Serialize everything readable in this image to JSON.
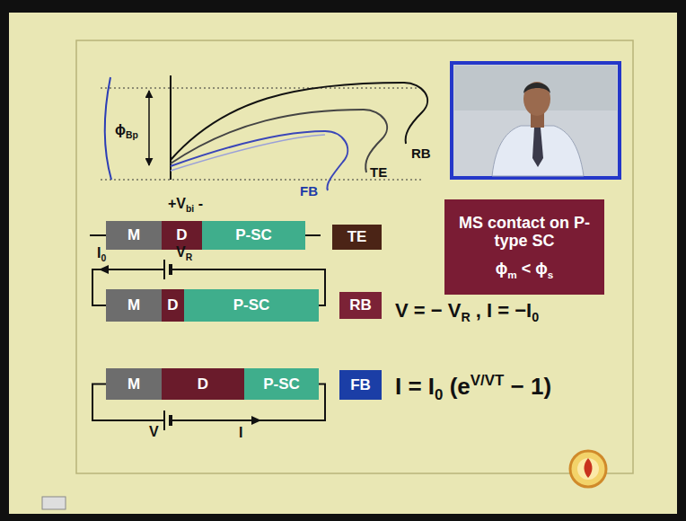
{
  "diagram": {
    "nodes": [
      {
        "text": [
          "MS contact on P-type SC",
          "ϕm < ϕs"
        ]
      },
      {
        "text": [
          "M"
        ]
      },
      {
        "text": [
          "D"
        ]
      },
      {
        "text": [
          "P-SC"
        ]
      },
      {
        "text": [
          "TE"
        ]
      },
      {
        "text": [
          "M"
        ]
      },
      {
        "text": [
          "D"
        ]
      },
      {
        "text": [
          "P-SC"
        ]
      },
      {
        "text": [
          "RB"
        ]
      },
      {
        "text": [
          "M"
        ]
      },
      {
        "text": [
          "D"
        ]
      },
      {
        "text": [
          "P-SC"
        ]
      },
      {
        "text": [
          "FB"
        ]
      }
    ],
    "edges": [
      {
        "from": 5,
        "to": 7,
        "arrow": "none"
      },
      {
        "from": 9,
        "to": 11,
        "arrow": "none"
      }
    ],
    "labels": [
      "ϕBp",
      "FB",
      "TE",
      "RB",
      "+Vbi -",
      "I0",
      "VR",
      "V = − VR , I = −I0",
      "V",
      "I",
      "I = I0 (eV/VT − 1)"
    ]
  }
}
